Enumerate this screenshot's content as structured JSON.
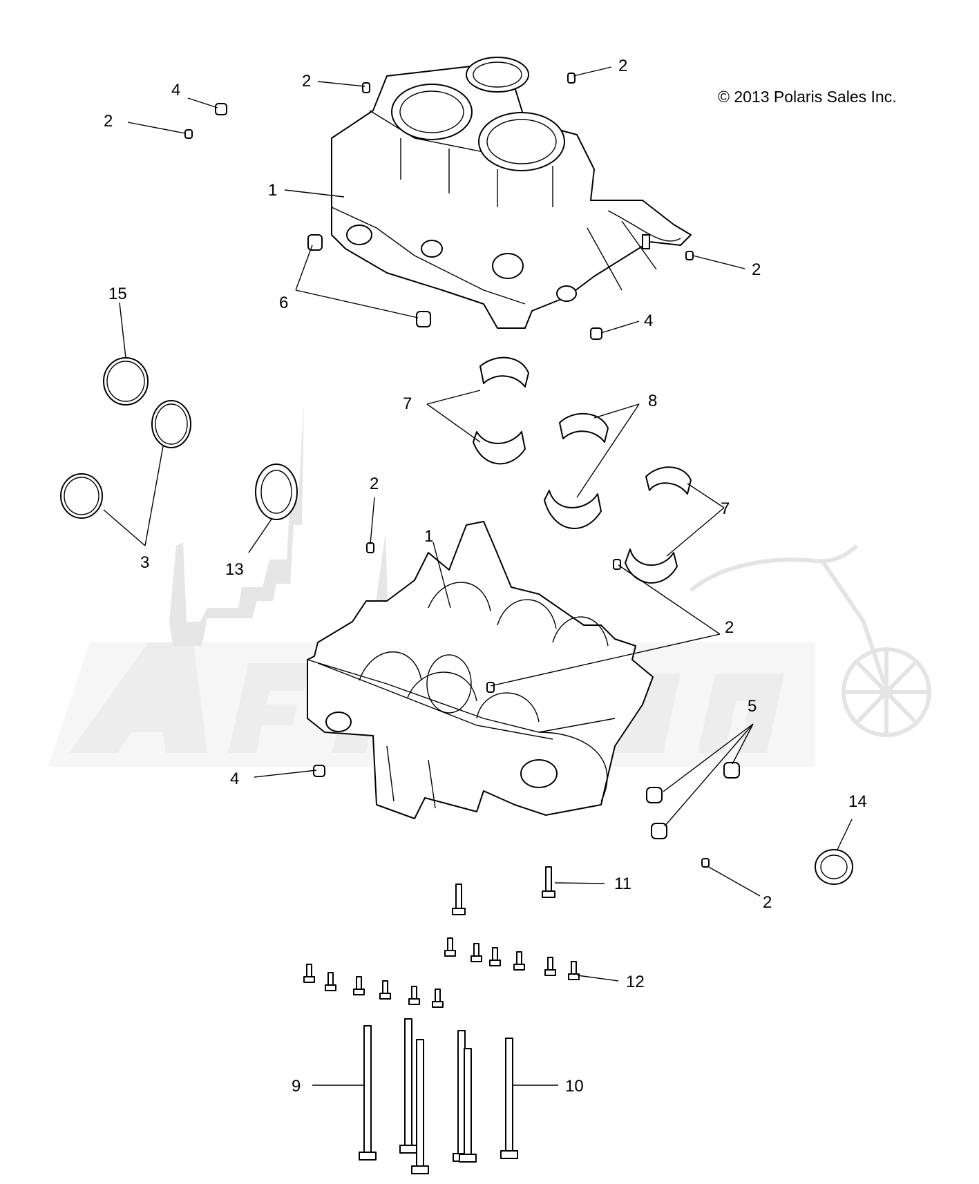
{
  "copyright": "© 2013 Polaris Sales Inc.",
  "callouts": [
    "2",
    "4",
    "2",
    "2",
    "1",
    "6",
    "2",
    "4",
    "15",
    "3",
    "13",
    "7",
    "8",
    "7",
    "2",
    "1",
    "2",
    "5",
    "4",
    "14",
    "11",
    "2",
    "12",
    "9",
    "10"
  ],
  "watermark": {
    "text": "AeroMoto",
    "color": "#e6e6e6"
  }
}
